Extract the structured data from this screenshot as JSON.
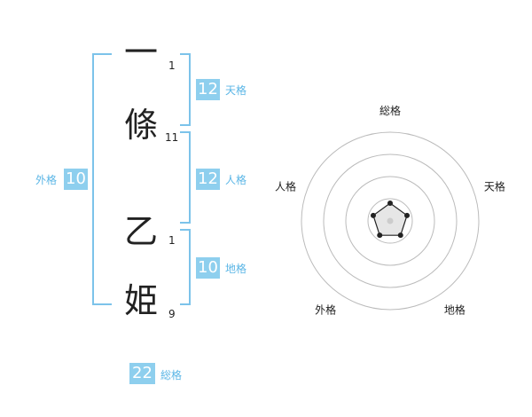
{
  "name": {
    "chars": [
      {
        "char": "一",
        "strokes": "1"
      },
      {
        "char": "條",
        "strokes": "11"
      },
      {
        "char": "乙",
        "strokes": "1"
      },
      {
        "char": "姫",
        "strokes": "9"
      }
    ]
  },
  "kakusu": {
    "tenkaku": {
      "value": "12",
      "label": "天格"
    },
    "jinkaku": {
      "value": "12",
      "label": "人格"
    },
    "chikaku": {
      "value": "10",
      "label": "地格"
    },
    "gaikaku": {
      "value": "10",
      "label": "外格"
    },
    "soukaku": {
      "value": "22",
      "label": "総格"
    }
  },
  "chart_data": {
    "type": "radar",
    "axes": [
      "総格",
      "天格",
      "地格",
      "外格",
      "人格"
    ],
    "values": [
      1,
      1,
      1,
      1,
      1
    ],
    "rmax": 5,
    "rings": 4,
    "colors": {
      "ring": "#bbbbbb",
      "polygon": "#222222",
      "fill": "#e6e6e6",
      "center": "#cccccc"
    }
  }
}
